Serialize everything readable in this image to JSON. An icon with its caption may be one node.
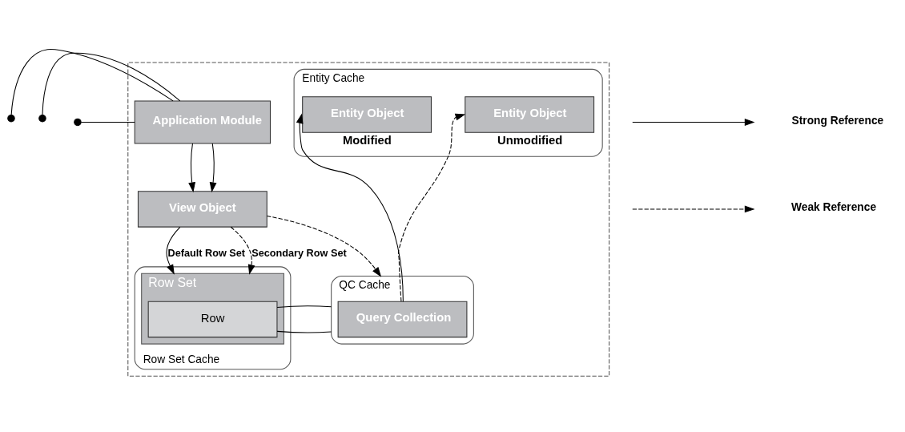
{
  "diagram": {
    "nodes": [
      {
        "text": [],
        "shape": "box"
      },
      {
        "text": [
          "Application Module"
        ],
        "in": 0
      },
      {
        "text": [
          "View Object"
        ],
        "in": 0
      },
      {
        "text": [
          "Row Set Cache"
        ],
        "in": 0
      },
      {
        "text": [
          "Row Set"
        ],
        "in": 3
      },
      {
        "text": [
          "Row"
        ],
        "in": 4
      },
      {
        "text": [
          "Entity Cache"
        ],
        "in": 0
      },
      {
        "text": [
          "Entity Object"
        ],
        "in": 6,
        "beside": [
          "Unmodified"
        ]
      },
      {
        "text": [
          "Entity Object"
        ],
        "in": 6,
        "beside": [
          "Modified"
        ]
      },
      {
        "text": [
          "QC Cache"
        ],
        "in": 0
      },
      {
        "text": [
          "Query Collection"
        ],
        "in": 9
      }
    ],
    "edges": [
      {
        "from": null,
        "to": 1,
        "arrow": "other"
      },
      {
        "from": null,
        "to": 1,
        "arrow": "other"
      },
      {
        "from": null,
        "to": 1,
        "arrow": "other"
      },
      {
        "from": 1,
        "to": 2,
        "arrow": "to"
      },
      {
        "from": 1,
        "to": 2,
        "arrow": "to"
      },
      {
        "from": 2,
        "to": 4,
        "arrow": "to",
        "label": "Default Row Set"
      },
      {
        "from": 2,
        "to": 4,
        "arrow": "to",
        "label": "Secondary Row Set",
        "style": "dashed"
      },
      {
        "from": 2,
        "to": 9,
        "arrow": "to",
        "style": "dashed"
      },
      {
        "from": 10,
        "to": 7,
        "arrow": "to",
        "style": "dashed"
      },
      {
        "from": 10,
        "to": 8,
        "arrow": "to"
      },
      {
        "from": 5,
        "to": 9,
        "arrow": "none"
      },
      {
        "from": 5,
        "to": 9,
        "arrow": "none"
      }
    ],
    "legend": [
      {
        "text": "Strong Reference"
      },
      {
        "text": "Weak Reference"
      }
    ]
  }
}
